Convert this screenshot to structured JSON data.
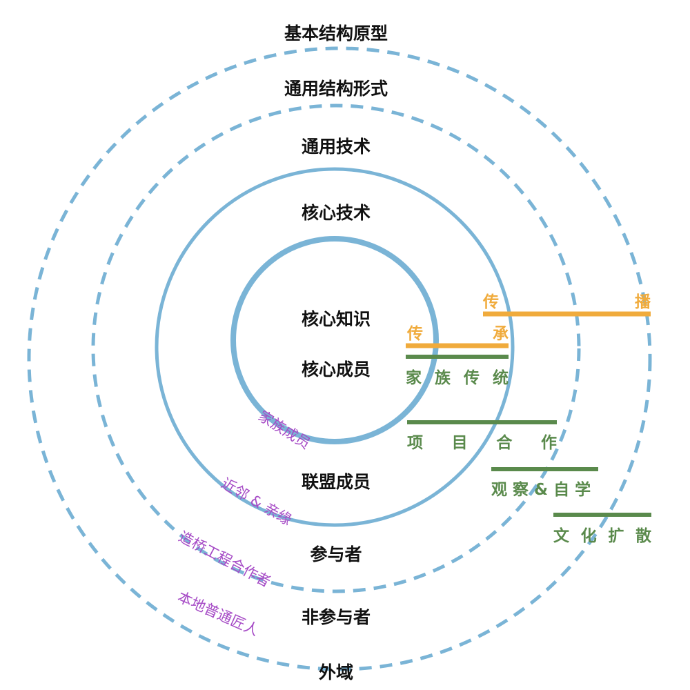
{
  "colors": {
    "circle": "#7ab4d6",
    "orange": "#f0ab3c",
    "green": "#5a8a4c",
    "purple": "#a64bc6",
    "text": "#111111"
  },
  "layers": {
    "basic_prototype": "基本结构原型",
    "general_form": "通用结构形式",
    "general_tech": "通用技术",
    "core_tech": "核心技术",
    "core_knowledge": "核心知识",
    "core_members": "核心成员",
    "alliance_members": "联盟成员",
    "participants": "参与者",
    "non_participants": "非参与者",
    "outer_domain": "外域"
  },
  "arc_labels": {
    "family_members": "家族成员",
    "neighbors_kin": "近邻 & 亲缘",
    "bridge_partners": "造桥工程合作者",
    "local_craftsmen": "本地普通匠人"
  },
  "bars": {
    "spread": {
      "left": "传",
      "right": "播"
    },
    "inherit": {
      "left": "传",
      "right": "承"
    },
    "family_tradition": [
      "家",
      "族",
      "传",
      "统"
    ],
    "project_coop": [
      "项",
      "目",
      "合",
      "作"
    ],
    "observe_self": "观 察 & 自 学",
    "culture_spread": [
      "文",
      "化",
      "扩",
      "散"
    ]
  }
}
